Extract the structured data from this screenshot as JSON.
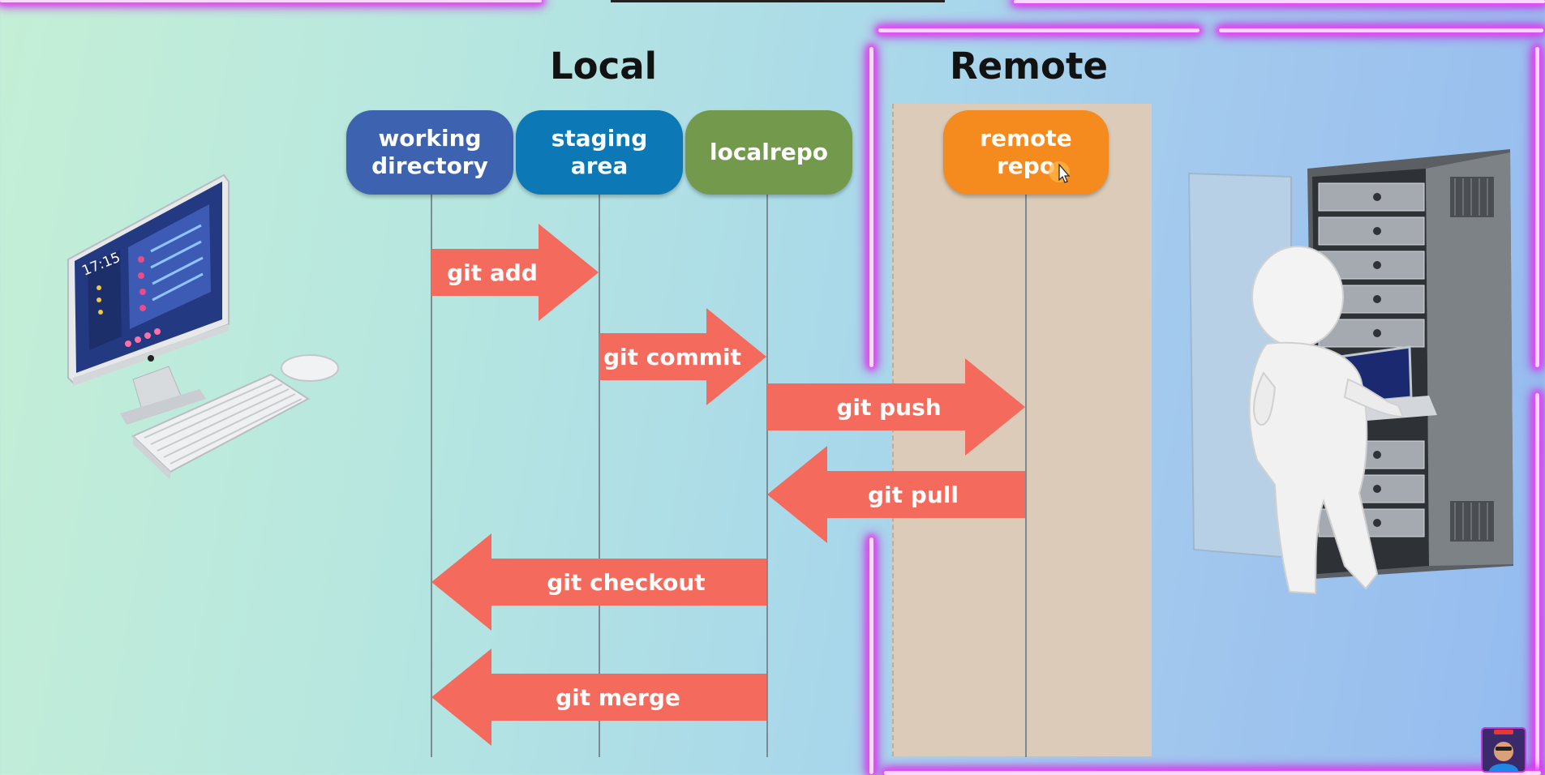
{
  "headings": {
    "local": "Local",
    "remote": "Remote"
  },
  "stages": {
    "working": {
      "label": "working\ndirectory",
      "color": "#3d62b0"
    },
    "staging": {
      "label": "staging\narea",
      "color": "#0c78b6"
    },
    "localrepo": {
      "label": "localrepo",
      "color": "#739a4c"
    },
    "remote": {
      "label": "remote\nrepo",
      "color": "#f58a1f"
    }
  },
  "arrows": {
    "add": "git add",
    "commit": "git commit",
    "push": "git push",
    "pull": "git pull",
    "checkout": "git checkout",
    "merge": "git merge"
  },
  "monitor": {
    "time": "17:15"
  },
  "colors": {
    "arrow": "#f46a5c",
    "neon": "#e94cf5",
    "remote_lane": "#dbcbb8"
  },
  "icons": [
    "computer-illustration",
    "server-person-illustration",
    "mouse-cursor-icon",
    "channel-avatar-icon"
  ]
}
